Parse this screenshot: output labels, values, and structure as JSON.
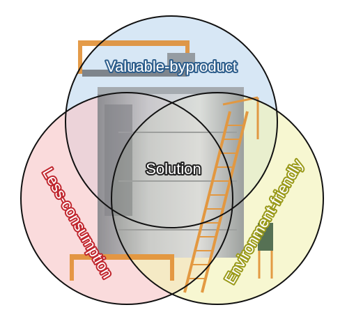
{
  "diagram": {
    "top_label": "Valuable-byproduct",
    "left_label": "Less-consumption",
    "right_label": "Environment-friendly",
    "center_label": "Solution"
  },
  "colors": {
    "top_fill": "#c9dff2",
    "left_fill": "#f7c7c9",
    "right_fill": "#f2f2b8",
    "outline": "#111111",
    "top_text_outline": "#2d5e8c",
    "left_text_outline": "#c0262e",
    "right_text_outline": "#9a9a1a",
    "center_text_outline": "#222222",
    "machine_frame": "#e08a2a",
    "machine_body": "#a5a8ab"
  },
  "background_image": "industrial-fermentation-tank-machine"
}
